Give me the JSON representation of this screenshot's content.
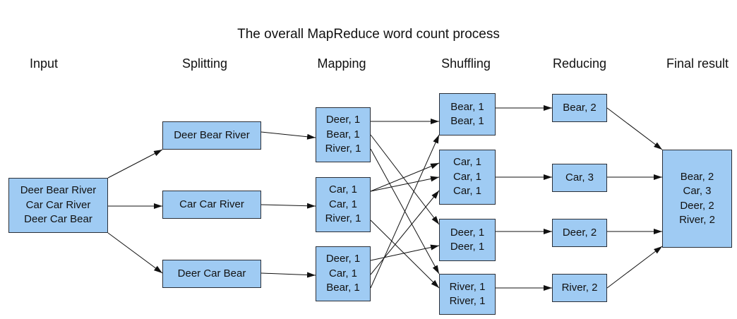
{
  "title": "The overall MapReduce word count process",
  "stages": [
    "Input",
    "Splitting",
    "Mapping",
    "Shuffling",
    "Reducing",
    "Final result"
  ],
  "input": {
    "lines": [
      "Deer Bear River",
      "Car Car River",
      "Deer Car Bear"
    ]
  },
  "splitting": [
    {
      "lines": [
        "Deer Bear River"
      ]
    },
    {
      "lines": [
        "Car Car River"
      ]
    },
    {
      "lines": [
        "Deer Car Bear"
      ]
    }
  ],
  "mapping": [
    {
      "lines": [
        "Deer, 1",
        "Bear, 1",
        "River, 1"
      ]
    },
    {
      "lines": [
        "Car, 1",
        "Car, 1",
        "River, 1"
      ]
    },
    {
      "lines": [
        "Deer, 1",
        "Car, 1",
        "Bear, 1"
      ]
    }
  ],
  "shuffling": [
    {
      "lines": [
        "Bear, 1",
        "Bear, 1"
      ]
    },
    {
      "lines": [
        "Car, 1",
        "Car, 1",
        "Car, 1"
      ]
    },
    {
      "lines": [
        "Deer, 1",
        "Deer, 1"
      ]
    },
    {
      "lines": [
        "River, 1",
        "River, 1"
      ]
    }
  ],
  "reducing": [
    {
      "lines": [
        "Bear, 2"
      ]
    },
    {
      "lines": [
        "Car, 3"
      ]
    },
    {
      "lines": [
        "Deer, 2"
      ]
    },
    {
      "lines": [
        "River, 2"
      ]
    }
  ],
  "final_result": {
    "lines": [
      "Bear, 2",
      "Car, 3",
      "Deer, 2",
      "River, 2"
    ]
  },
  "colors": {
    "box_fill": "#9fcbf3",
    "box_border": "#2a2f38",
    "arrow": "#111111"
  }
}
